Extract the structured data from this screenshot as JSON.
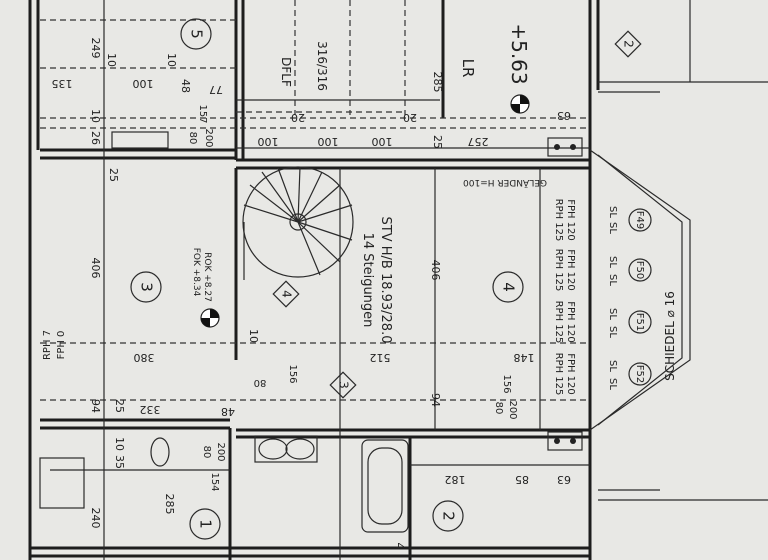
{
  "rooms": [
    {
      "id": "1",
      "label": "1"
    },
    {
      "id": "2",
      "label": "2"
    },
    {
      "id": "3",
      "label": "3"
    },
    {
      "id": "4",
      "label": "4"
    },
    {
      "id": "5",
      "label": "5"
    }
  ],
  "diamond_markers": [
    "2",
    "3",
    "4"
  ],
  "texts": {
    "dflf": "DFLF",
    "dflf_size": "316/316",
    "lr": "LR",
    "level": "+5.63",
    "stairs_1": "14 Steigungen",
    "stairs_2": "STV H/B 18.93/28.0",
    "gelander": "GELÄNDER H=100",
    "fok": "FOK +8.34",
    "rok": "ROK +8.27",
    "schiedel": "SCHIEDEL ⌀ 16",
    "rph_left": "RPH 7",
    "fph_left": "FPH 0"
  },
  "fixtures": [
    {
      "code": "F49",
      "rph": "RPH 125",
      "fph": "FPH 120",
      "sl": "SL",
      "sl2": "SL"
    },
    {
      "code": "F50",
      "rph": "RPH 125",
      "fph": "FPH 120",
      "sl": "SL",
      "sl2": "SL"
    },
    {
      "code": "F51",
      "rph": "RPH 125",
      "fph": "FPH 120",
      "sl": "SL",
      "sl2": "SL"
    },
    {
      "code": "F52",
      "rph": "RPH 125",
      "fph": "FPH 120",
      "sl": "SL",
      "sl2": "SL"
    }
  ],
  "dimensions": {
    "d249": "249",
    "d10a": "10",
    "d135": "135",
    "d100a": "100",
    "d10b": "10",
    "d48a": "48",
    "d77": "77",
    "d157": "157",
    "d80a": "80",
    "d200a": "200",
    "d26": "26",
    "d10c": "10",
    "d100b": "100",
    "d20a": "20",
    "d100c": "100",
    "d100d": "100",
    "d20b": "20",
    "d25a": "25",
    "d257": "257",
    "d285a": "285",
    "d63a": "63",
    "d25b": "25",
    "d406a": "406",
    "d406b": "406",
    "d380": "380",
    "d512": "512",
    "d148": "148",
    "d10d": "10",
    "d80b": "80",
    "d156a": "156",
    "d94a": "94",
    "d25c": "25",
    "d332": "332",
    "d48b": "48",
    "d94b": "94",
    "d80c": "80",
    "d200b": "200",
    "d156b": "156",
    "d10e": "10",
    "d35": "35",
    "d80d": "80",
    "d200c": "200",
    "d154": "154",
    "d182": "182",
    "d85": "85",
    "d63b": "63",
    "d240": "240",
    "d285b": "285",
    "d4": "4"
  }
}
